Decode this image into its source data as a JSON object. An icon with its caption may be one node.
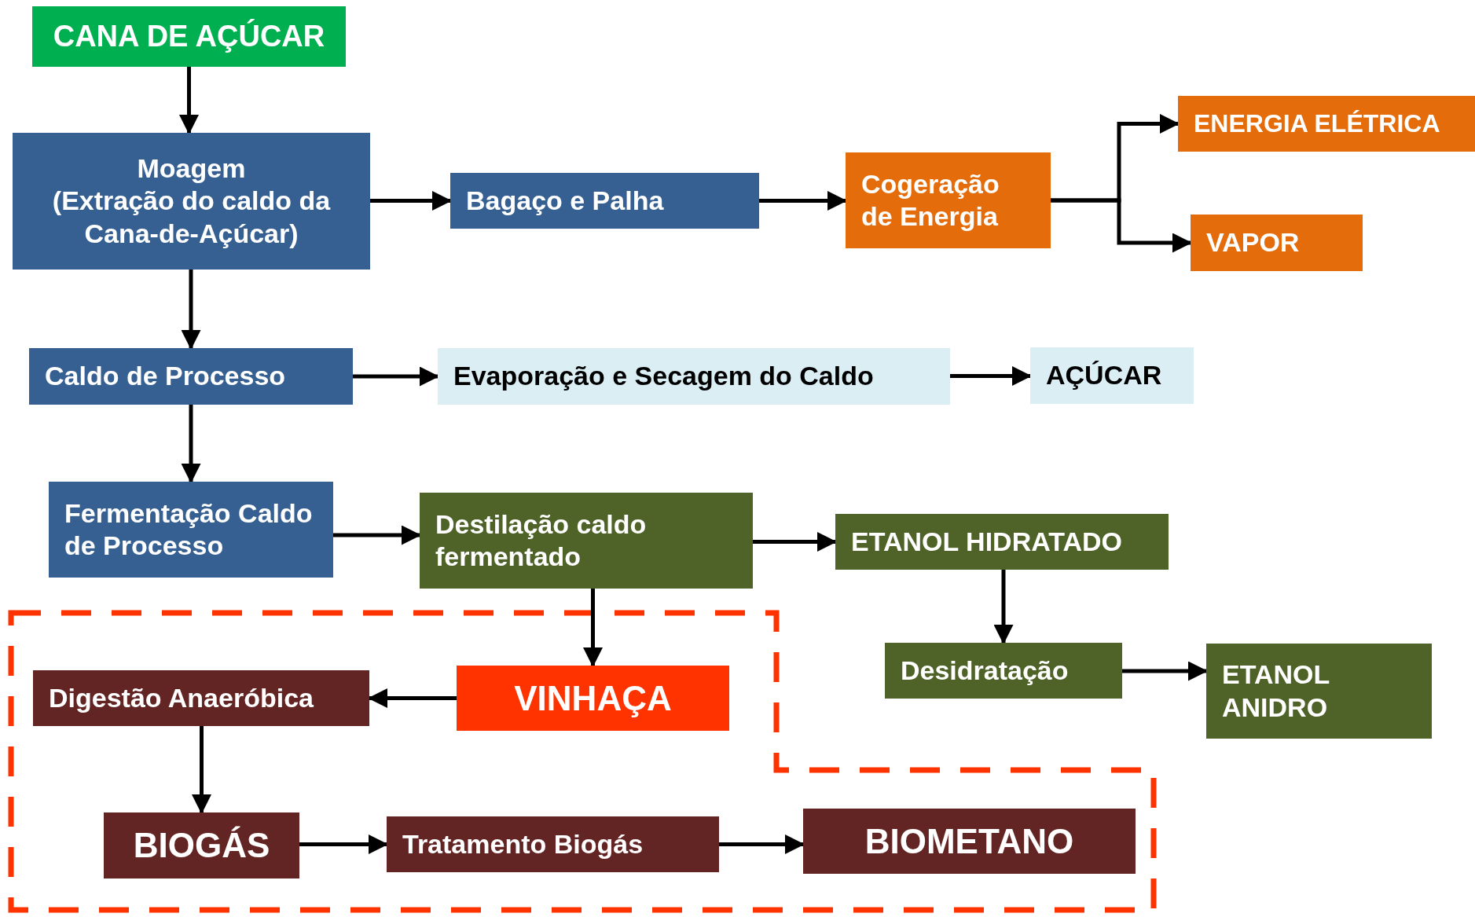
{
  "diagram": {
    "nodes": [
      {
        "text": [
          "CANA DE AÇÚCAR"
        ]
      },
      {
        "text": [
          "Moagem",
          "(Extração do caldo da Cana-de-Açúcar)"
        ]
      },
      {
        "text": [
          "Bagaço e Palha"
        ]
      },
      {
        "text": [
          "Cogeração de Energia"
        ]
      },
      {
        "text": [
          "ENERGIA ELÉTRICA"
        ]
      },
      {
        "text": [
          "VAPOR"
        ]
      },
      {
        "text": [
          "Caldo de Processo"
        ]
      },
      {
        "text": [
          "Evaporação e Secagem do Caldo"
        ]
      },
      {
        "text": [
          "AÇÚCAR"
        ]
      },
      {
        "text": [
          "Fermentação Caldo de Processo"
        ]
      },
      {
        "text": [
          "Destilação caldo fermentado"
        ]
      },
      {
        "text": [
          "ETANOL HIDRATADO"
        ]
      },
      {
        "text": [
          "Desidratação"
        ]
      },
      {
        "text": [
          "ETANOL ANIDRO"
        ]
      },
      {
        "text": [
          "VINHAÇA"
        ]
      },
      {
        "text": [
          "Digestão Anaeróbica"
        ]
      },
      {
        "text": [
          "BIOGÁS"
        ]
      },
      {
        "text": [
          "Tratamento Biogás"
        ]
      },
      {
        "text": [
          "BIOMETANO"
        ]
      }
    ],
    "edges": [
      {
        "from": 0,
        "to": 1,
        "arrow": "to"
      },
      {
        "from": 1,
        "to": 2,
        "arrow": "to"
      },
      {
        "from": 2,
        "to": 3,
        "arrow": "to"
      },
      {
        "from": 3,
        "to": 4,
        "arrow": "to"
      },
      {
        "from": 3,
        "to": 5,
        "arrow": "to"
      },
      {
        "from": 1,
        "to": 6,
        "arrow": "to"
      },
      {
        "from": 6,
        "to": 7,
        "arrow": "to"
      },
      {
        "from": 7,
        "to": 8,
        "arrow": "to"
      },
      {
        "from": 6,
        "to": 9,
        "arrow": "to"
      },
      {
        "from": 9,
        "to": 10,
        "arrow": "to"
      },
      {
        "from": 10,
        "to": 11,
        "arrow": "to"
      },
      {
        "from": 11,
        "to": 12,
        "arrow": "to"
      },
      {
        "from": 12,
        "to": 13,
        "arrow": "to"
      },
      {
        "from": 10,
        "to": 14,
        "arrow": "to"
      },
      {
        "from": 14,
        "to": 15,
        "arrow": "to"
      },
      {
        "from": 15,
        "to": 16,
        "arrow": "to"
      },
      {
        "from": 16,
        "to": 17,
        "arrow": "to"
      },
      {
        "from": 17,
        "to": 18,
        "arrow": "to"
      }
    ]
  }
}
